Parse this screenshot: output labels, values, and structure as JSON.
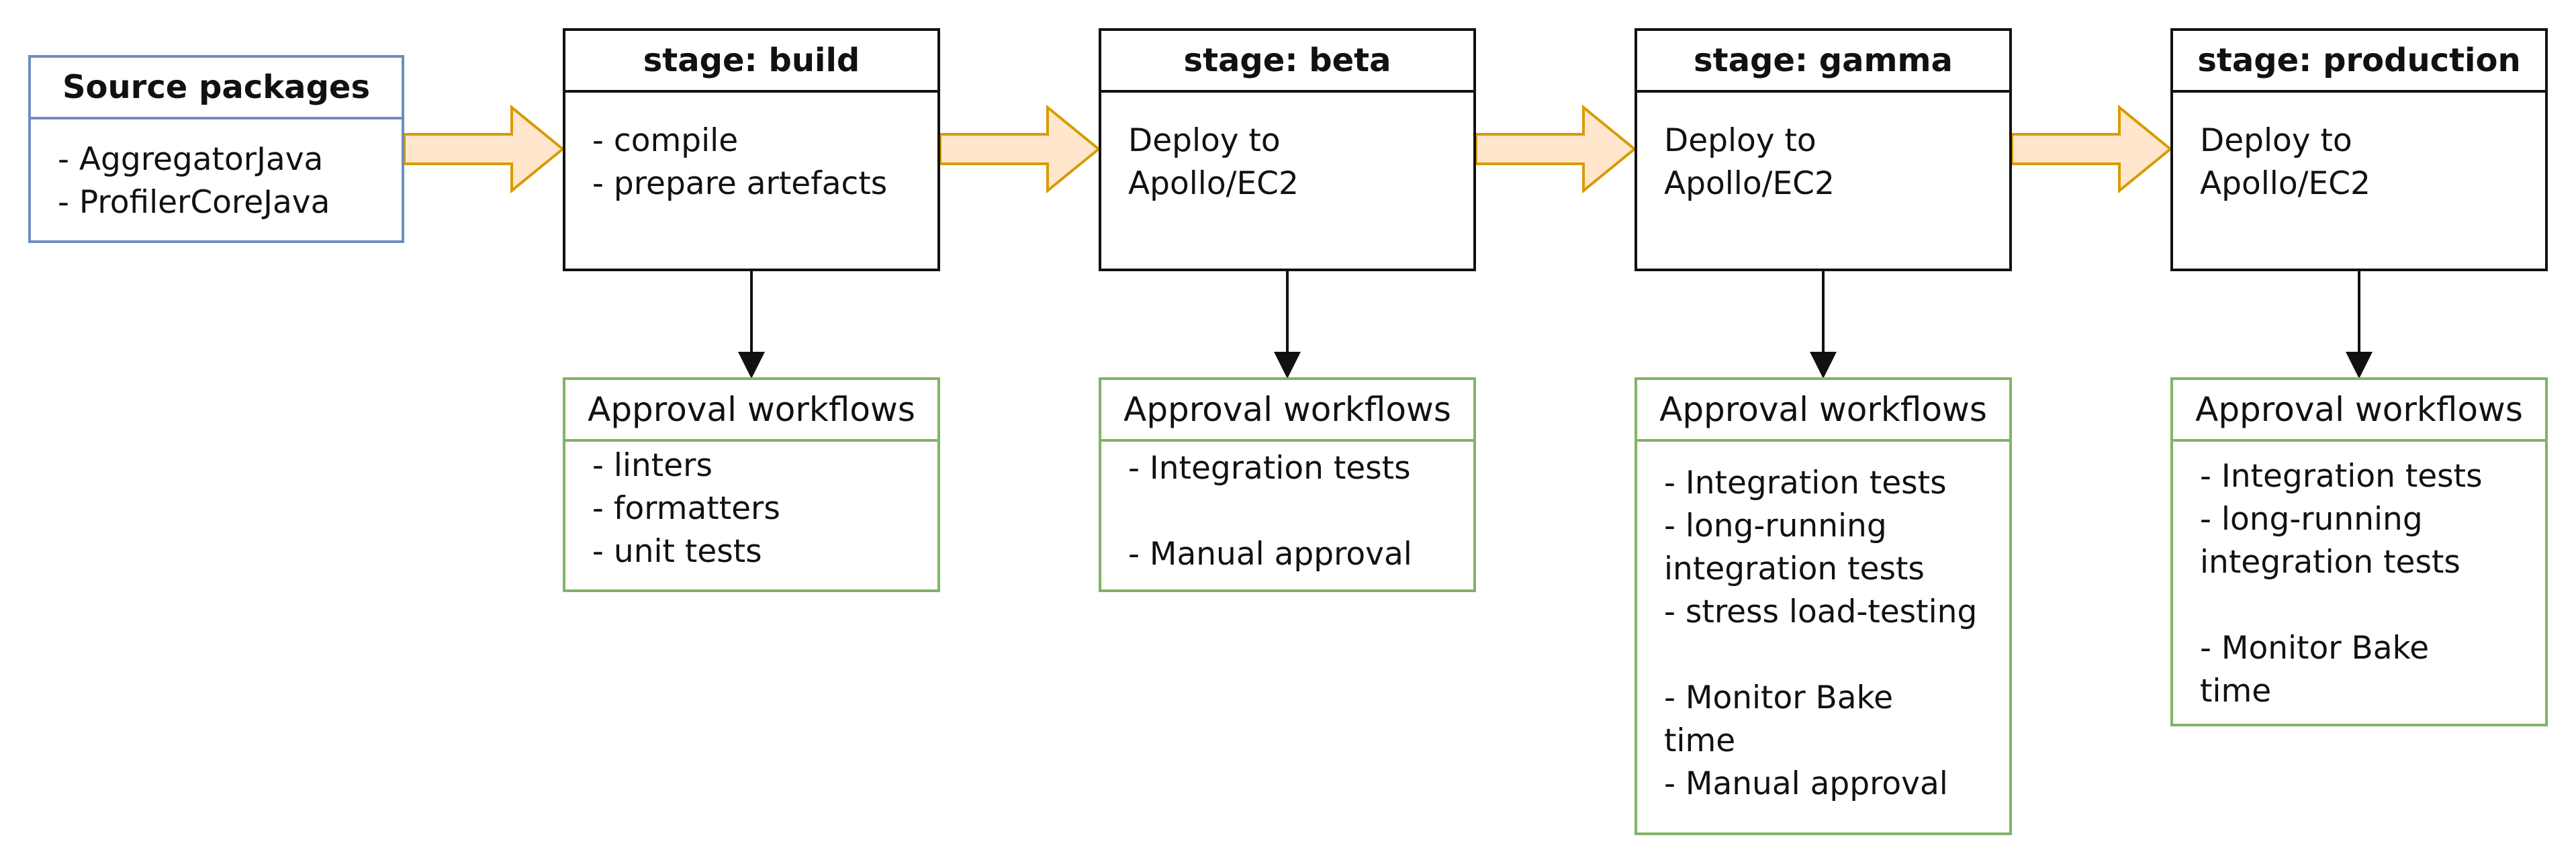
{
  "colors": {
    "source_border": "#6c8ebf",
    "stage_border": "#111111",
    "approval_border": "#82b366",
    "arrow_fill": "#ffe6cc",
    "arrow_stroke": "#d79b00"
  },
  "source": {
    "title": "Source packages",
    "lines": [
      "- AggregatorJava",
      "- ProfilerCoreJava"
    ]
  },
  "stages": [
    {
      "title": "stage: build",
      "lines": [
        "- compile",
        "- prepare artefacts"
      ]
    },
    {
      "title": "stage: beta",
      "lines": [
        "Deploy to",
        "Apollo/EC2"
      ]
    },
    {
      "title": "stage: gamma",
      "lines": [
        "Deploy to",
        "Apollo/EC2"
      ]
    },
    {
      "title": "stage: production",
      "lines": [
        "Deploy to",
        "Apollo/EC2"
      ]
    }
  ],
  "approvals": [
    {
      "title": "Approval workflows",
      "lines": [
        "- linters",
        "- formatters",
        "- unit tests"
      ]
    },
    {
      "title": "Approval workflows",
      "lines": [
        "- Integration tests",
        "",
        "- Manual approval"
      ]
    },
    {
      "title": "Approval workflows",
      "lines": [
        "- Integration tests",
        "- long-running",
        "integration tests",
        "- stress load-testing",
        "",
        "- Monitor Bake",
        "time",
        "- Manual approval"
      ]
    },
    {
      "title": "Approval workflows",
      "lines": [
        "- Integration tests",
        "- long-running",
        "integration tests",
        "",
        "- Monitor Bake",
        "time"
      ]
    }
  ]
}
